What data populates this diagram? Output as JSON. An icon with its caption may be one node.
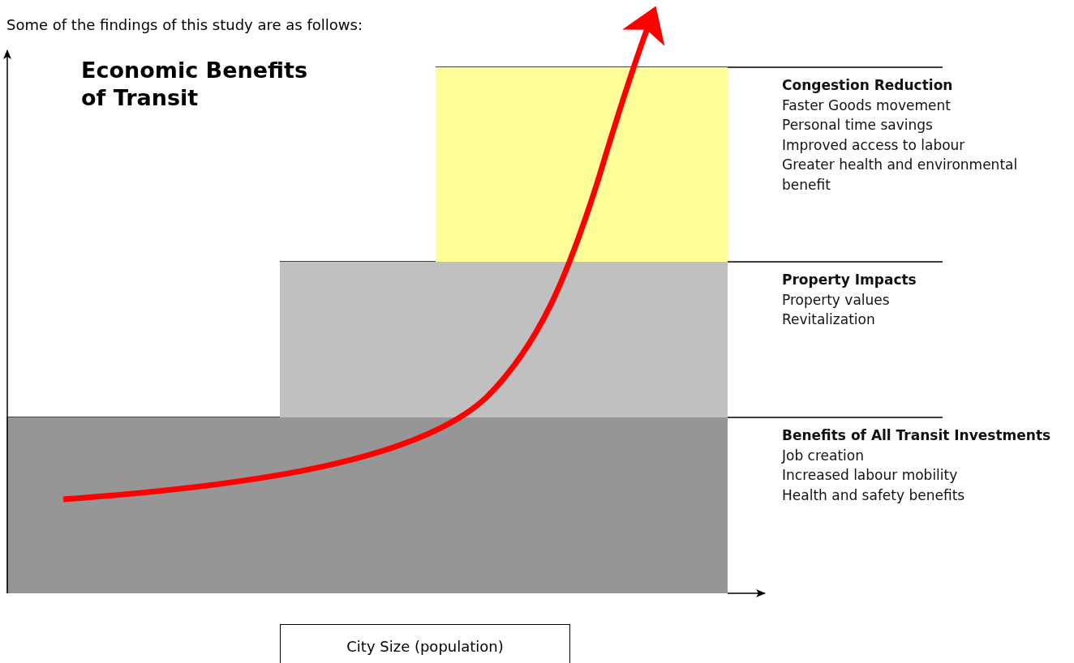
{
  "diagram": {
    "title": "Economic Benefits of Transit",
    "nodes": [
      {
        "text": [
          "Congestion Reduction",
          "Faster Goods movement",
          "Personal time savings",
          "Improved access to labour",
          "Greater health and environmental benefit"
        ]
      },
      {
        "text": [
          "Property Impacts",
          "Property values",
          "Revitalization"
        ]
      },
      {
        "text": [
          "Benefits of All Transit Investments",
          "Job creation",
          "Increased labour mobility",
          "Health and safety benefits"
        ]
      },
      {
        "text": [
          "City Size (population)"
        ]
      }
    ],
    "edges": [],
    "labels": [
      "Some of the findings of this study are as follows:"
    ]
  }
}
